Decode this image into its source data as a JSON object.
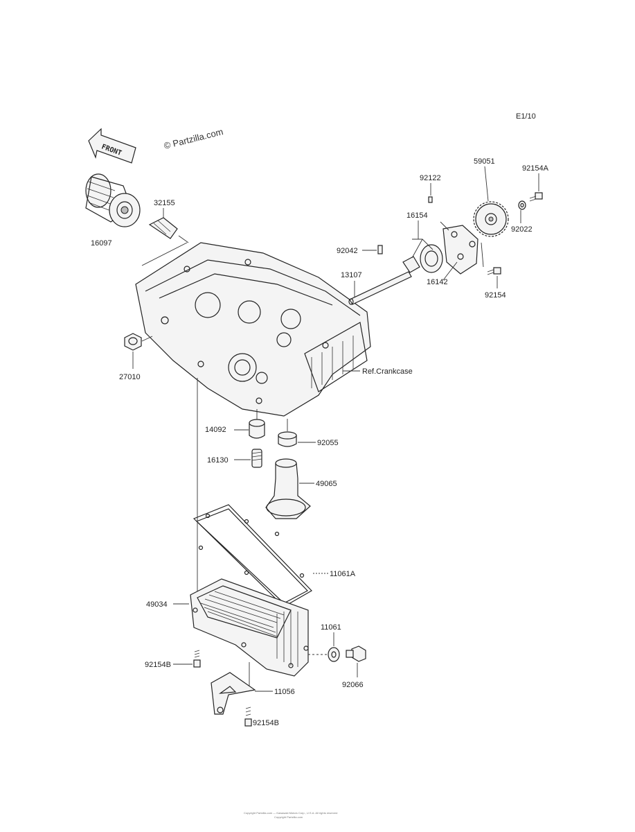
{
  "diagram": {
    "code": "E1/10",
    "watermark": "© Partzilla.com",
    "front_label": "FRONT",
    "reference": "Ref.Crankcase",
    "footer": [
      "Copyright Partzilla.com  — Kawasaki Motors Corp., U.S.A.  All rights reserved",
      "Copyright Partzilla.com"
    ],
    "parts": {
      "p16097": "16097",
      "p32155": "32155",
      "p92122": "92122",
      "p59051": "59051",
      "p92154a": "92154A",
      "p16154": "16154",
      "p92042": "92042",
      "p92022": "92022",
      "p13107": "13107",
      "p16142": "16142",
      "p92154": "92154",
      "p27010": "27010",
      "p14092": "14092",
      "p92055": "92055",
      "p16130": "16130",
      "p49065": "49065",
      "p11061a": "11061A",
      "p49034": "49034",
      "p11061": "11061",
      "p92154b_1": "92154B",
      "p92066": "92066",
      "p11056": "11056",
      "p92154b_2": "92154B"
    }
  }
}
